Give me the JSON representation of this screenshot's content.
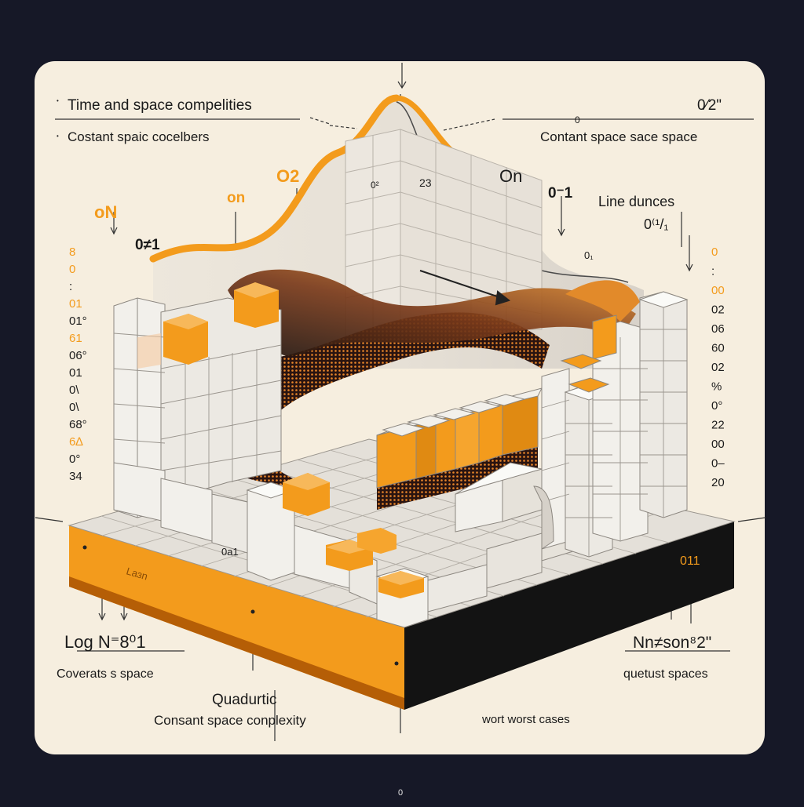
{
  "colors": {
    "background": "#161827",
    "card": "#f6eedf",
    "orange": "#f39b1c",
    "orange_dark": "#d67608",
    "block_top": "#f1efea",
    "block_side": "#e2ded7",
    "ink": "#1a1a1a"
  },
  "header": {
    "title": "Time and space compelities",
    "subtitle": "Costant spaic cocelbers",
    "top_right_label": "0⁄2\"",
    "top_right_caption": "Contant space sace space",
    "arrow_tick_label": "0"
  },
  "curve_labels": {
    "on_left_orange": "oN",
    "on_left": "on",
    "o2": "O2",
    "o_eq_1": "0≠1",
    "peak_o2": "0²",
    "peak_23": "23",
    "on_right": "On",
    "o1": "0⁻1",
    "line_dunces": "Line dunces",
    "line_dunces_value": "0⁽¹/₁",
    "small_o1": "0₁"
  },
  "left_scale": [
    "8",
    "0",
    ":",
    "01",
    "01°",
    "61",
    "06°",
    "01",
    "0\\",
    "0\\",
    "68°",
    "6∆",
    "0°",
    "34"
  ],
  "right_scale": [
    "0",
    ":",
    "00",
    "02",
    "06",
    "60",
    "02",
    "%",
    "0°",
    "22",
    "00",
    "0–",
    "20"
  ],
  "platform_labels": {
    "front_orange": "Laɜn",
    "right_label": "011",
    "inner_label": "0a1"
  },
  "bottom": {
    "log_label": "Log  N⁼8⁰1",
    "log_caption": "Coverats s space",
    "quadratic_title": "Quadurtic",
    "quadratic_caption": "Consant space conplexity",
    "worst_cases": "wort worst cases",
    "nn_label": "Nn≠son⁸2\"",
    "nn_caption": "quetust spaces",
    "page_zero": "0"
  }
}
